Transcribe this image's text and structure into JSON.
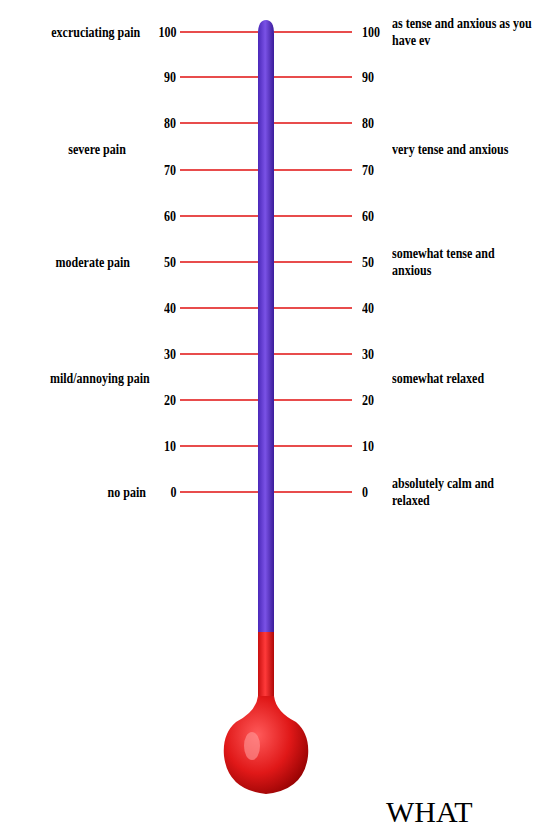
{
  "diagram": {
    "labels": [
      "excruciating pain",
      "100",
      "100",
      "as tense and anxious as you have ev",
      "90",
      "90",
      "80",
      "80",
      "severe pain",
      "very tense and anxious",
      "70",
      "70",
      "60",
      "60",
      "moderate pain",
      "50",
      "50",
      "somewhat tense and anxious",
      "40",
      "40",
      "30",
      "30",
      "mild/annoying pain",
      "somewhat relaxed",
      "20",
      "20",
      "10",
      "10",
      "no pain",
      "0",
      "0",
      "absolutely calm and relaxed",
      "WHAT"
    ]
  }
}
